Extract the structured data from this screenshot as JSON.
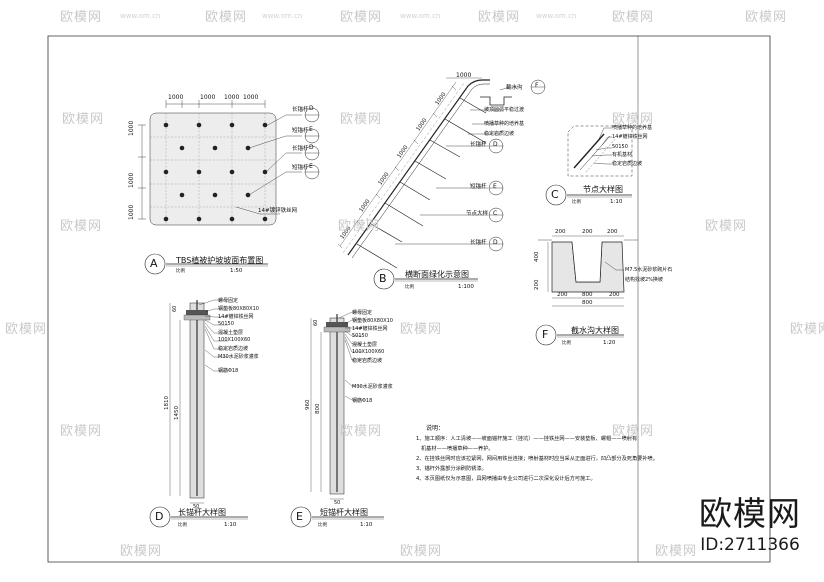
{
  "watermark": {
    "text": "欧模网",
    "url": "www.om.cn"
  },
  "brand": {
    "logo": "欧模网",
    "id": "ID:2711366"
  },
  "common": {
    "scale_label": "比例"
  },
  "detail_a": {
    "letter": "A",
    "title": "TBS植被护坡坡面布置图",
    "scale": "1:50",
    "top_dims": [
      "1000",
      "1000",
      "1000",
      "1000"
    ],
    "side_dims": [
      "1000",
      "1000",
      "1000"
    ],
    "callouts": [
      {
        "text": "长锚杆",
        "ref": "D"
      },
      {
        "text": "短锚杆",
        "ref": "E"
      },
      {
        "text": "长锚杆",
        "ref": "D"
      },
      {
        "text": "短锚杆",
        "ref": "E"
      }
    ],
    "mesh_note": "14#镀锌铁丝网"
  },
  "detail_b": {
    "letter": "B",
    "title": "横断面绿化示意图",
    "scale": "1:100",
    "top_dim": "1000",
    "ditch_label": "截水沟",
    "ditch_ref": "F",
    "notes": [
      "坡顶圆弧平稳过渡",
      "喷播草种的培养基",
      "稳定岩质边坡"
    ],
    "callouts": [
      {
        "text": "长锚杆",
        "ref": "D"
      },
      {
        "text": "短锚杆",
        "ref": "E"
      },
      {
        "text": "节点大样",
        "ref": "C"
      },
      {
        "text": "长锚杆",
        "ref": "D"
      }
    ],
    "slope_dims": [
      "1000",
      "1000",
      "1000",
      "1000",
      "1000",
      "1000"
    ]
  },
  "detail_c": {
    "letter": "C",
    "title": "节点大样图",
    "scale": "1:10",
    "notes": [
      "喷播草种的培养基",
      "14#镀锌铁丝网",
      "50150",
      "有机基材",
      "稳定岩质边坡"
    ]
  },
  "detail_d": {
    "letter": "D",
    "title": "长锚杆大样图",
    "scale": "1:10",
    "labels": [
      "螺母固定",
      "钢垫板80X80X10",
      "14#镀锌铁丝网",
      "50150",
      "混凝土垫层",
      "100X100X60",
      "稳定岩质边坡",
      "M30水泥砂浆灌浆",
      "钢筋Φ18"
    ],
    "dims": [
      "60",
      "1810",
      "1450"
    ],
    "bottom_dim": "50"
  },
  "detail_e": {
    "letter": "E",
    "title": "短锚杆大样图",
    "scale": "1:10",
    "labels": [
      "螺母固定",
      "钢垫板80X80X10",
      "14#镀锌铁丝网",
      "50150",
      "混凝土垫层",
      "100X100X60",
      "稳定岩质边坡",
      "M30水泥砂浆灌浆",
      "钢筋Φ18"
    ],
    "dims": [
      "60",
      "960",
      "800"
    ],
    "bottom_dim": "50"
  },
  "detail_f": {
    "letter": "F",
    "title": "截水沟大样图",
    "scale": "1:20",
    "top_dims": [
      "200",
      "200",
      "200"
    ],
    "height_dims": [
      "400",
      "200"
    ],
    "bottom_dims": [
      "200",
      "800",
      "200"
    ],
    "total_dim": "800",
    "notes": [
      "M7.5水泥砂浆砌片石",
      "结构找坡2%换坡"
    ]
  },
  "notes": {
    "heading": "说明：",
    "lines": [
      "1、施工顺序：人工清坡——坡面锚杆施工（挂坑）——挂铁丝网——安装垫板、螺帽——喷射有",
      "   机基材——喷播草种——养护。",
      "2、在挂铁丝网时应该拉紧网，网间用铁丝连接；喷射基材时应当采从正面进行，凹凸部分及死角要补喷。",
      "3、锚杆外露部分涂刷防锈漆。",
      "4、本页图纸仅为示意图，具网喷播由专业公司进行二次深化设计后方可施工。"
    ]
  }
}
